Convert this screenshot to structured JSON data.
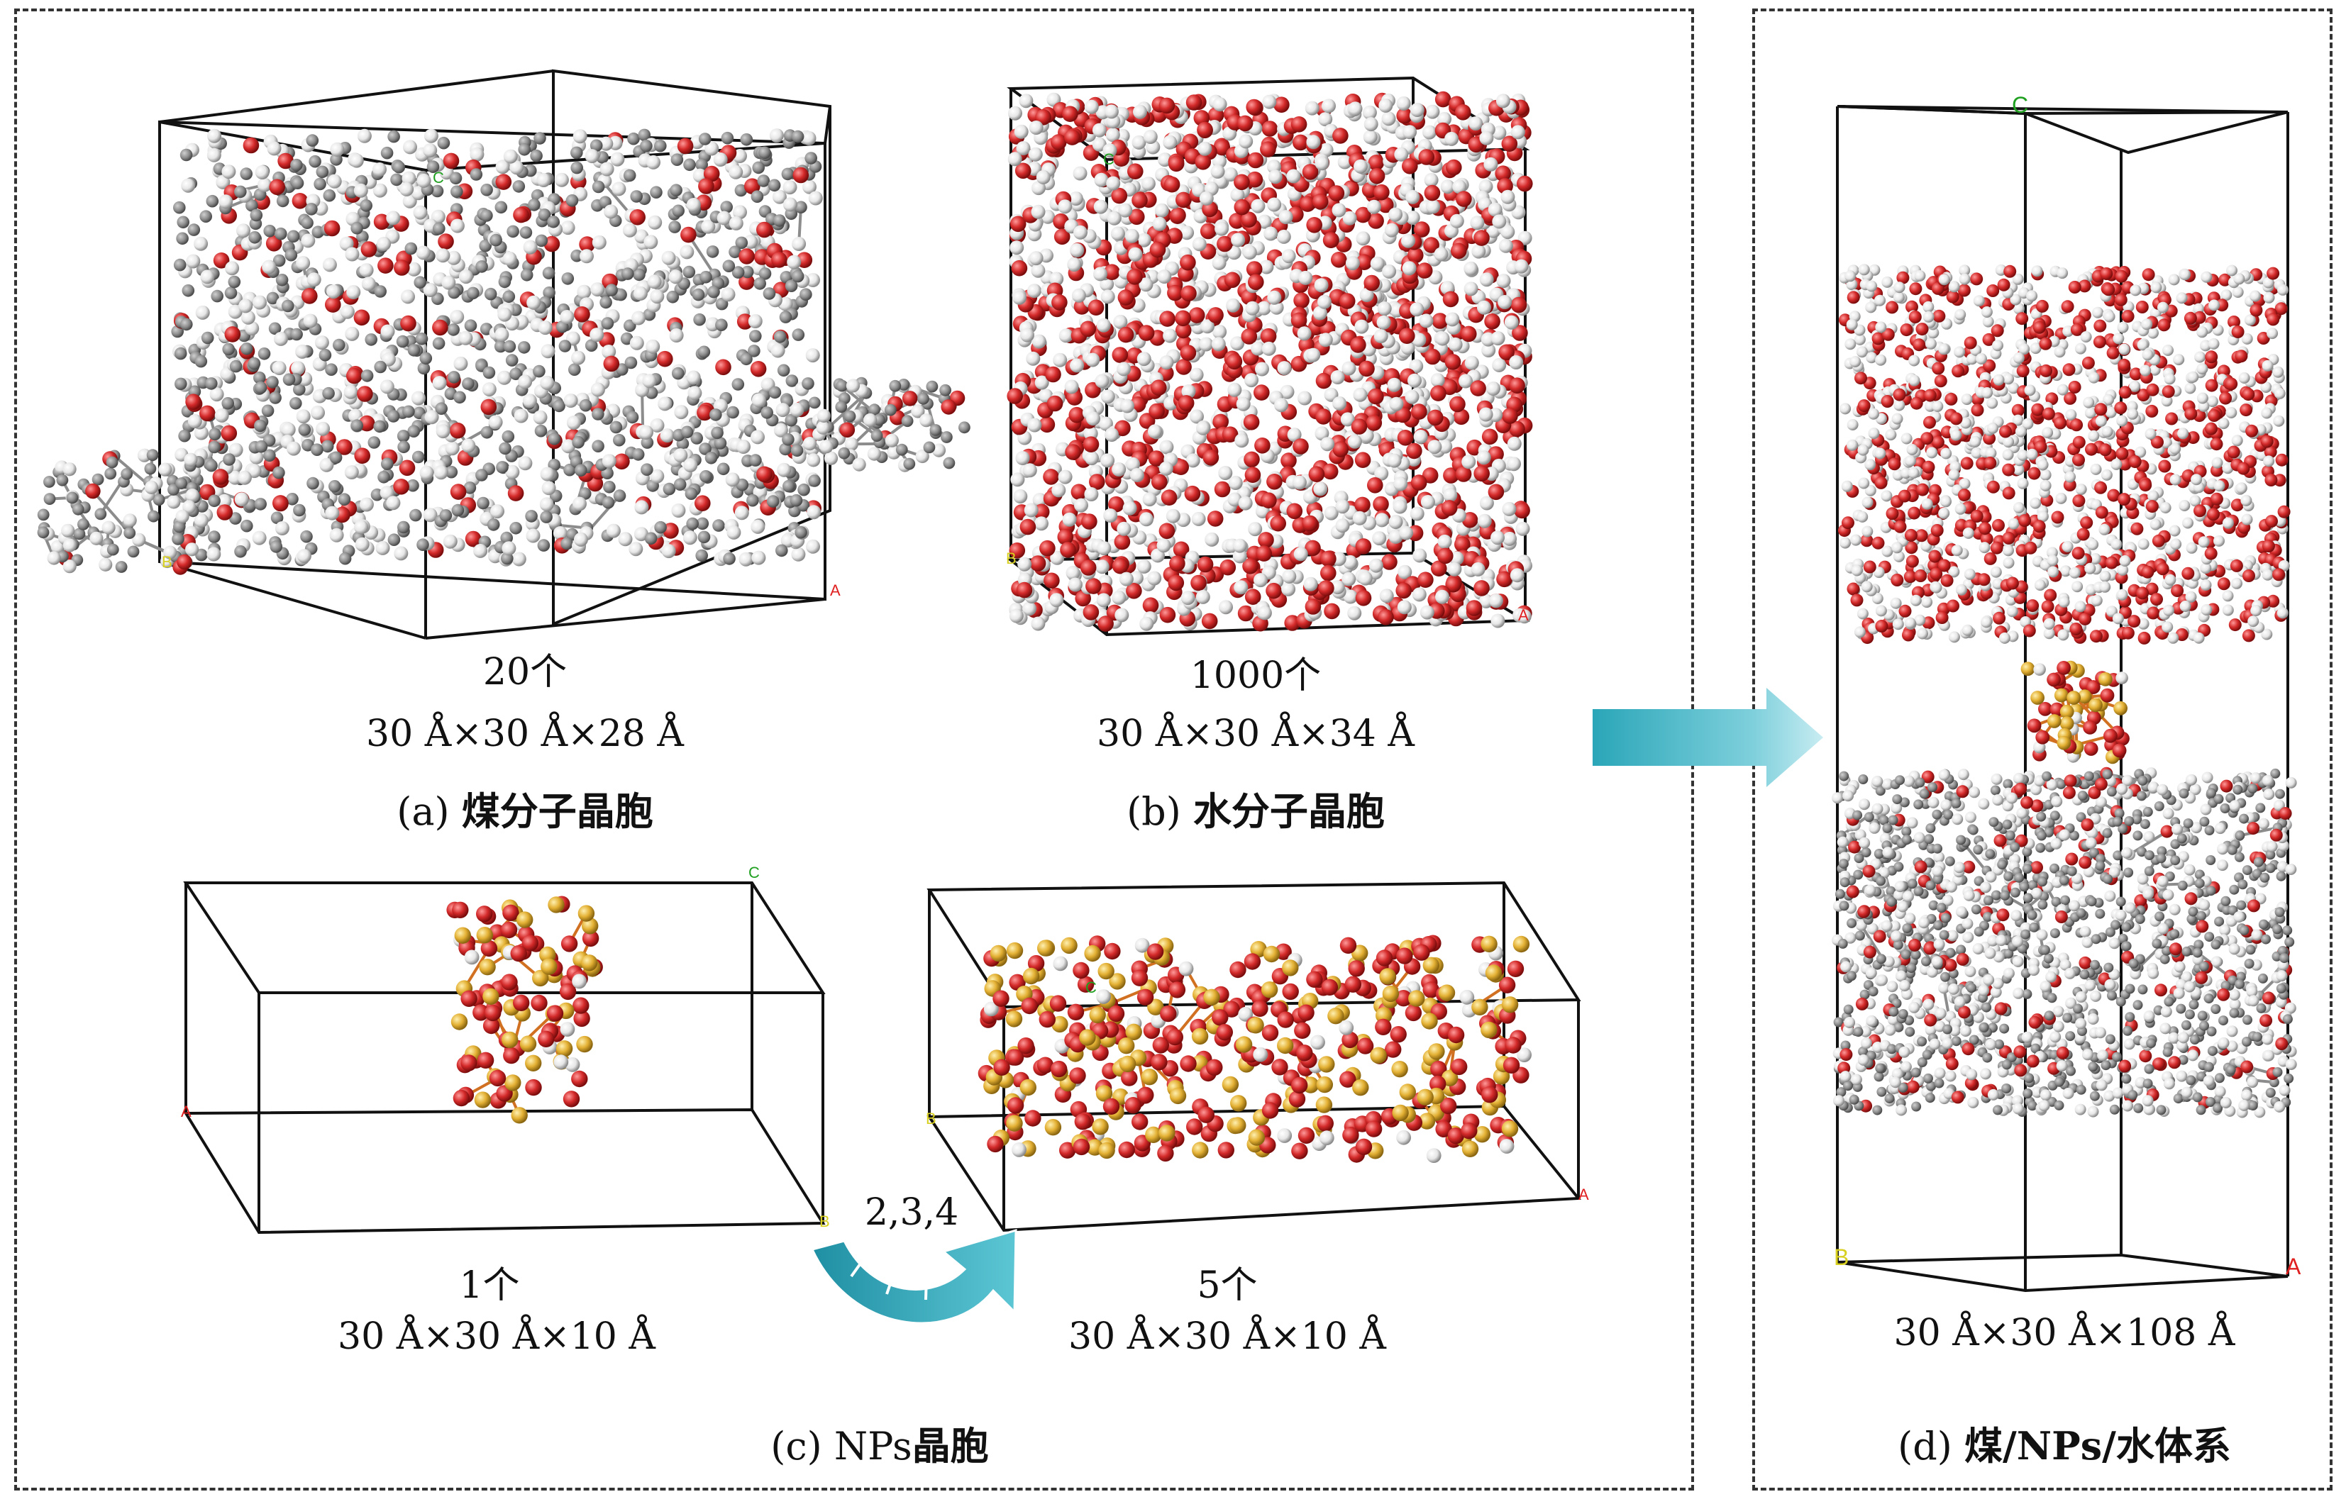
{
  "panels": {
    "a": {
      "count": "20个",
      "dims": "30 Å×30 Å×28 Å",
      "caption_prefix": "(a) ",
      "caption_cn": "煤分子晶胞"
    },
    "b": {
      "count": "1000个",
      "dims": "30 Å×30 Å×34 Å",
      "caption_prefix": "(b) ",
      "caption_cn": "水分子晶胞"
    },
    "c": {
      "left": {
        "count": "1个",
        "dims": "30 Å×30 Å×10 Å"
      },
      "right": {
        "count": "5个",
        "dims": "30 Å×30 Å×10 Å"
      },
      "arrow_label": "2,3,4",
      "caption_prefix": "(c) NPs",
      "caption_cn": "晶胞"
    },
    "d": {
      "dims": "30 Å×30 Å×108 Å",
      "caption_prefix": "(d) ",
      "caption_cn": "煤/NPs/水体系"
    }
  },
  "axis_letters": {
    "a": "A",
    "b": "B",
    "c": "C"
  },
  "colors": {
    "oxygen": "#d42a2a",
    "hydrogen": "#f2f2f2",
    "carbon": "#8c8c8c",
    "silicon": "#e3b033",
    "arrow": "#3ab4c4",
    "axis_a": "#e02020",
    "axis_b": "#d8d020",
    "axis_c": "#20a020"
  },
  "icons": [
    "right-arrow-icon",
    "curved-arrow-icon"
  ]
}
